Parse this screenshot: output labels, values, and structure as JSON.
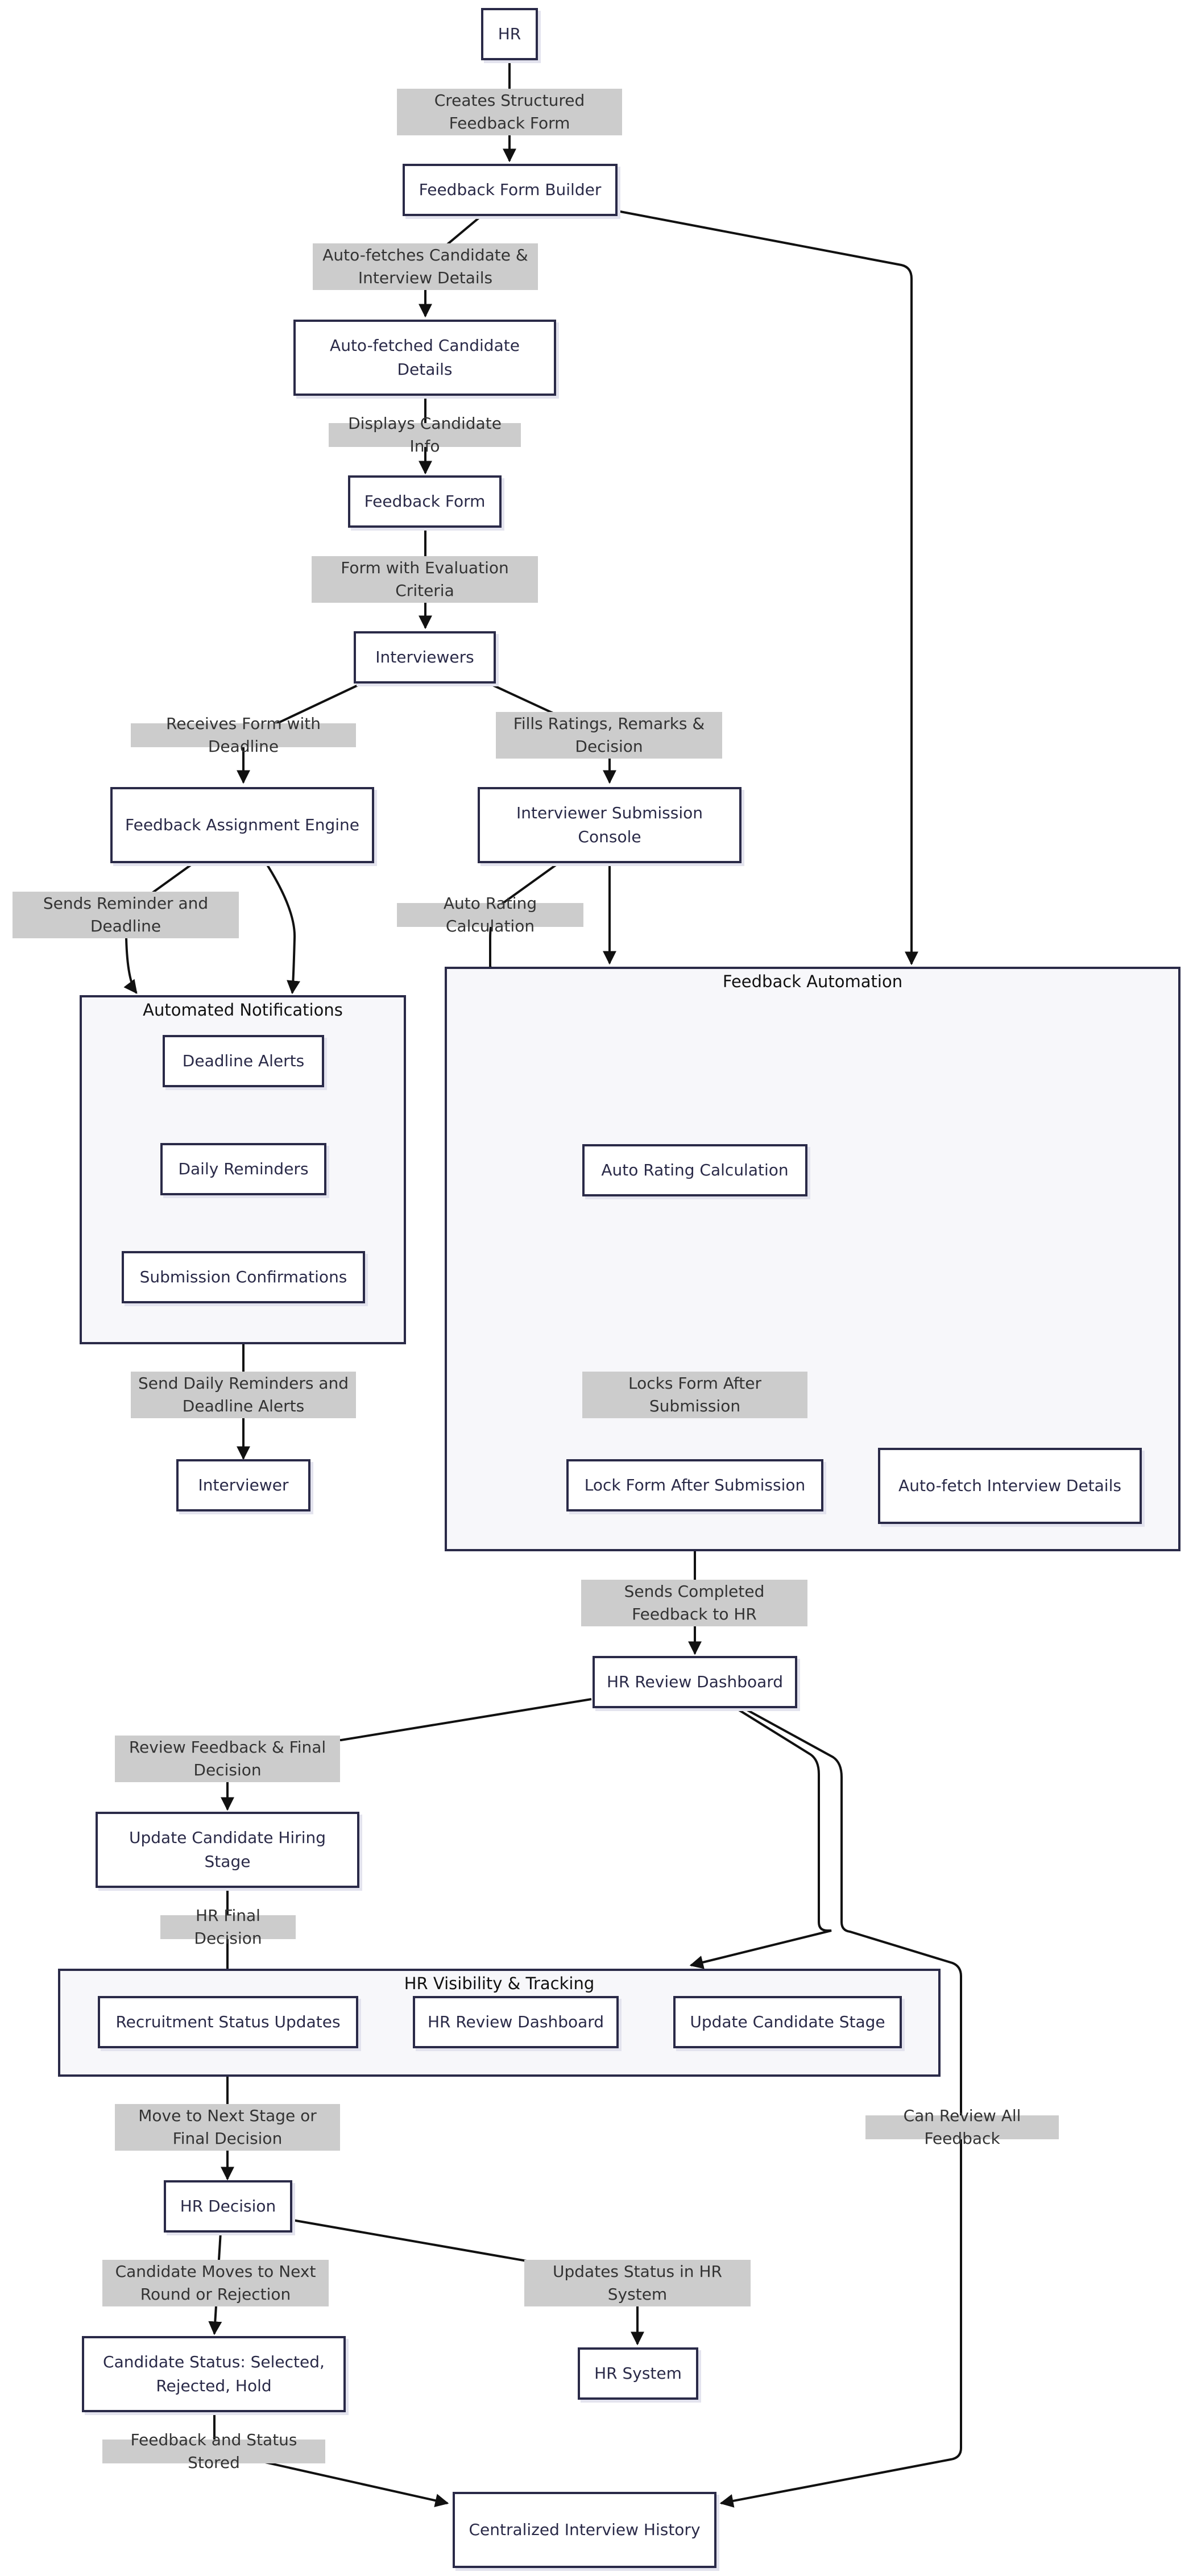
{
  "nodes": {
    "hr": "HR",
    "feedback_form_builder": "Feedback Form Builder",
    "auto_fetched_candidate_details": "Auto-fetched Candidate Details",
    "feedback_form": "Feedback Form",
    "interviewers": "Interviewers",
    "feedback_assignment_engine": "Feedback Assignment Engine",
    "interviewer_submission_console": "Interviewer Submission Console",
    "deadline_alerts": "Deadline Alerts",
    "daily_reminders": "Daily Reminders",
    "submission_confirmations": "Submission Confirmations",
    "interviewer": "Interviewer",
    "auto_rating_calculation": "Auto Rating Calculation",
    "lock_form_after_submission": "Lock Form After Submission",
    "auto_fetch_interview_details": "Auto-fetch Interview Details",
    "hr_review_dashboard": "HR Review Dashboard",
    "update_candidate_hiring_stage": "Update Candidate Hiring Stage",
    "recruitment_status_updates": "Recruitment Status Updates",
    "hr_review_dashboard_group": "HR Review Dashboard",
    "update_candidate_stage": "Update Candidate Stage",
    "hr_decision": "HR Decision",
    "candidate_status": "Candidate Status: Selected, Rejected, Hold",
    "hr_system": "HR System",
    "centralized_interview_history": "Centralized Interview History"
  },
  "groups": {
    "automated_notifications": "Automated Notifications",
    "feedback_automation": "Feedback Automation",
    "hr_visibility_tracking": "HR Visibility & Tracking"
  },
  "edge_labels": {
    "creates_structured_feedback_form": "Creates Structured Feedback Form",
    "auto_fetches_details": "Auto-fetches Candidate & Interview Details",
    "displays_candidate_info": "Displays Candidate Info",
    "form_with_evaluation_criteria": "Form with Evaluation Criteria",
    "receives_form_with_deadline": "Receives Form with Deadline",
    "fills_ratings": "Fills Ratings, Remarks & Decision",
    "sends_reminder_and_deadline": "Sends Reminder and Deadline",
    "auto_rating_calculation": "Auto Rating Calculation",
    "send_daily_reminders": "Send Daily Reminders and Deadline Alerts",
    "locks_form_after_submission": "Locks Form After Submission",
    "sends_completed_feedback": "Sends Completed Feedback to HR",
    "review_feedback_final_decision": "Review Feedback & Final Decision",
    "hr_final_decision": "HR Final Decision",
    "move_to_next_stage": "Move to Next Stage or Final Decision",
    "can_review_all_feedback": "Can Review All Feedback",
    "candidate_moves": "Candidate Moves to Next Round or Rejection",
    "updates_status_in_hr_system": "Updates Status in HR System",
    "feedback_and_status_stored": "Feedback and Status Stored"
  },
  "colors": {
    "node_border": "#2a2a48",
    "node_fill": "#ffffff",
    "group_fill": "#f7f7fa",
    "label_fill": "#cccccc",
    "edge": "#111111"
  }
}
